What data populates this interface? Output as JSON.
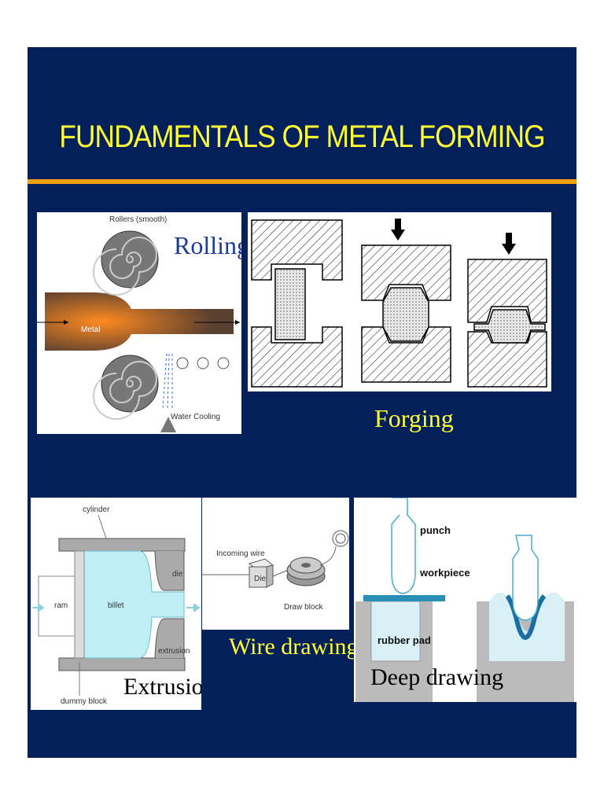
{
  "title": "FUNDAMENTALS OF METAL FORMING",
  "colors": {
    "background": "#04205a",
    "title": "#ffff33",
    "rule": "#f0a010",
    "caption": "#ffff33",
    "rolling_caption": "#1a3aa0"
  },
  "rolling": {
    "caption": "Rolling",
    "rollers_label": "Rollers (smooth)",
    "metal_label": "Metal",
    "cooling_label": "Water Cooling"
  },
  "forging": {
    "caption": "Forging"
  },
  "extrusion": {
    "caption": "Extrusion",
    "cylinder": "cylinder",
    "die": "die",
    "ram": "ram",
    "billet": "billet",
    "extrusion_label": "extrusion",
    "dummy_block": "dummy block"
  },
  "wire_drawing": {
    "caption": "Wire drawing",
    "incoming_wire": "Incoming wire",
    "die": "Die",
    "draw_block": "Draw block"
  },
  "deep_drawing": {
    "caption": "Deep drawing",
    "punch": "punch",
    "workpiece": "workpiece",
    "rubber_pad": "rubber pad"
  }
}
